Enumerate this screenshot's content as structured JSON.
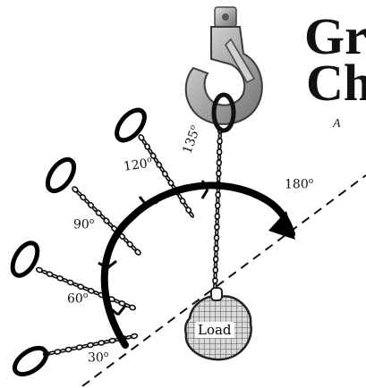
{
  "heading": {
    "line1": "Gr",
    "line2": "Ch",
    "line3": "A"
  },
  "angles": {
    "a30": "30",
    "a60": "60",
    "a90": "90",
    "a120": "120",
    "a135": "135",
    "a180": "180",
    "degree_mark": "o"
  },
  "load_label": "Load",
  "icons": {
    "hook": "crane-hook-icon",
    "chain": "chain-icon",
    "ring": "master-link-icon"
  }
}
